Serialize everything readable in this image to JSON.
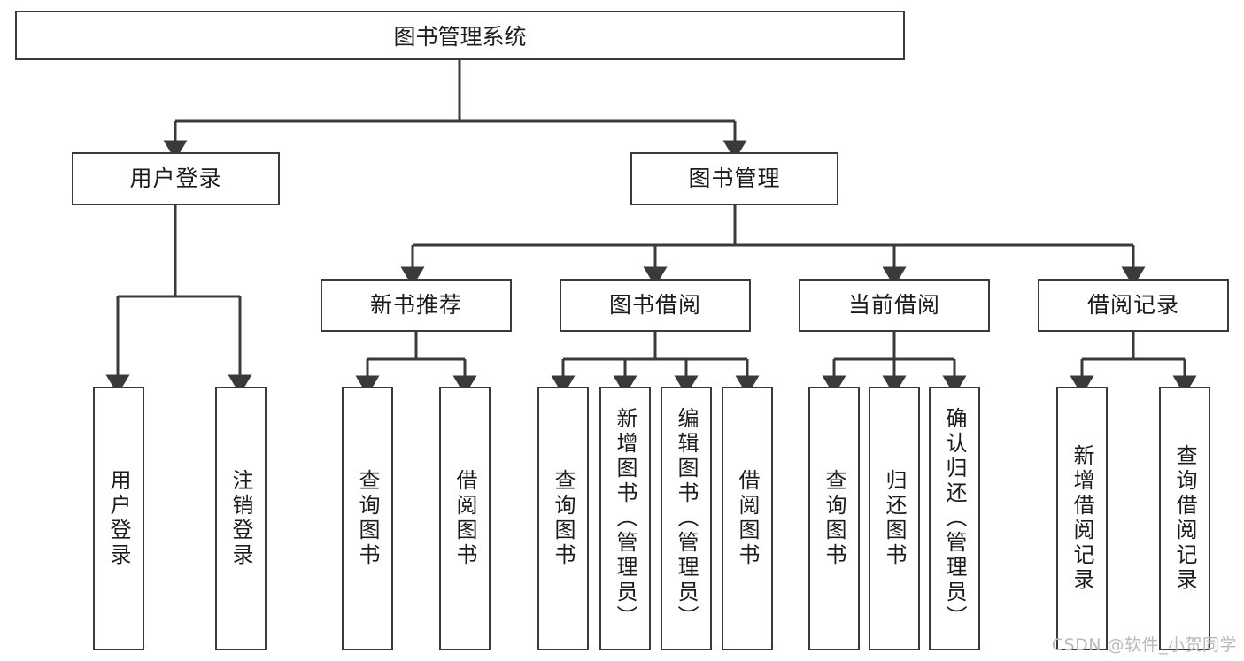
{
  "diagram": {
    "type": "tree-hierarchy",
    "title": "图书管理系统",
    "root": {
      "label": "图书管理系统"
    },
    "level2": [
      {
        "label": "用户登录"
      },
      {
        "label": "图书管理"
      }
    ],
    "level3": [
      {
        "label": "新书推荐"
      },
      {
        "label": "图书借阅"
      },
      {
        "label": "当前借阅"
      },
      {
        "label": "借阅记录"
      }
    ],
    "leaves": {
      "user_login": [
        {
          "label": "用户登录"
        },
        {
          "label": "注销登录"
        }
      ],
      "new_book_recommend": [
        {
          "label": "查询图书"
        },
        {
          "label": "借阅图书"
        }
      ],
      "book_borrow": [
        {
          "label": "查询图书"
        },
        {
          "label": "新增图书（管理员）"
        },
        {
          "label": "编辑图书（管理员）"
        },
        {
          "label": "借阅图书"
        }
      ],
      "current_borrow": [
        {
          "label": "查询图书"
        },
        {
          "label": "归还图书"
        },
        {
          "label": "确认归还（管理员）"
        }
      ],
      "borrow_record": [
        {
          "label": "新增借阅记录"
        },
        {
          "label": "查询借阅记录"
        }
      ]
    }
  },
  "watermark": {
    "text": "CSDN @软件_小贺同学"
  },
  "colors": {
    "stroke": "#3a3a3a",
    "text": "#1c1c1c",
    "background": "#ffffff",
    "watermark": "#b9b9b9"
  }
}
